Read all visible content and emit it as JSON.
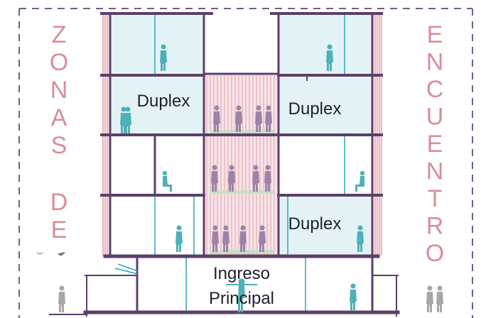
{
  "labels": {
    "duplex_upper_left": "Duplex",
    "duplex_upper_right": "Duplex",
    "duplex_lower_right": "Duplex",
    "entrance_line1": "Ingreso",
    "entrance_line2": "Principal"
  },
  "side_text": {
    "left_word1": [
      "Z",
      "O",
      "N",
      "A",
      "S"
    ],
    "left_word2": [
      "D",
      "E"
    ],
    "right_word": [
      "E",
      "N",
      "C",
      "U",
      "E",
      "N",
      "T",
      "R",
      "O"
    ]
  },
  "colors": {
    "structure": "#5c3f6b",
    "glass_fill": "#e3f3f5",
    "teal": "#2aa8b5",
    "pink": "#d98e98",
    "atrium_fill": "#f7e3e8",
    "person_purple": "#9c84a8",
    "person_teal": "#4fb0b8",
    "gray": "#9a9a9a",
    "border_dash": "#7a5a86"
  }
}
